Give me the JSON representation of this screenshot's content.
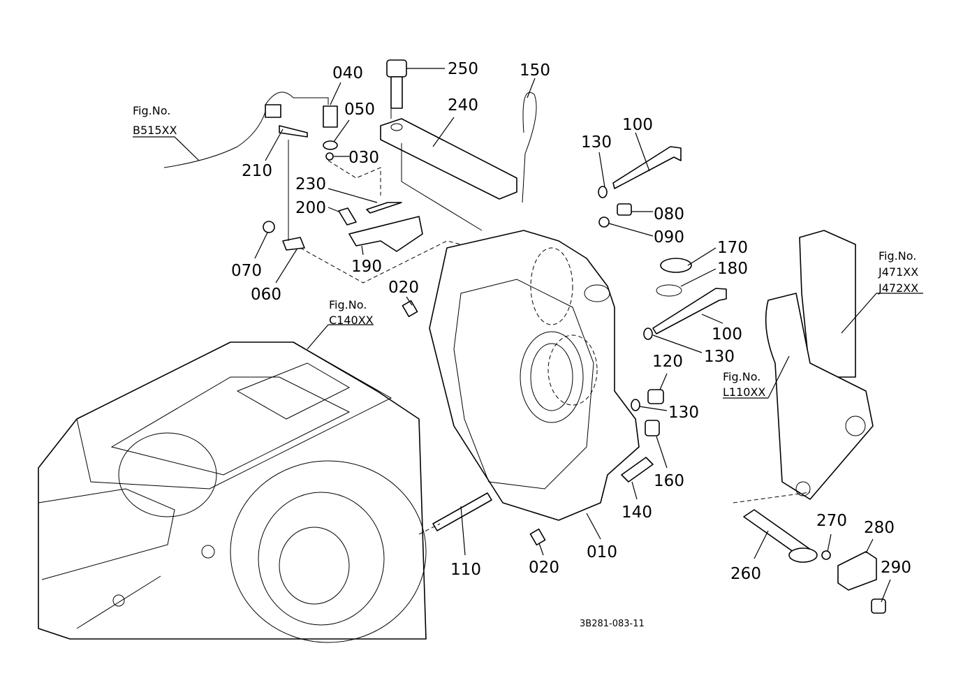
{
  "parts": {
    "p040": "040",
    "p050": "050",
    "p030": "030",
    "p250": "250",
    "p150": "150",
    "p240": "240",
    "p130a": "130",
    "p100a": "100",
    "p210": "210",
    "p230": "230",
    "p200": "200",
    "p080": "080",
    "p090": "090",
    "p170": "170",
    "p180": "180",
    "p070": "070",
    "p190": "190",
    "p060": "060",
    "p020a": "020",
    "p100b": "100",
    "p130b": "130",
    "p120": "120",
    "p130c": "130",
    "p160": "160",
    "p140": "140",
    "p110": "110",
    "p020b": "020",
    "p010": "010",
    "p270": "270",
    "p280": "280",
    "p260": "260",
    "p290": "290"
  },
  "figure_refs": {
    "b515": {
      "line1": "Fig.No.",
      "line2": "B515XX"
    },
    "c140": {
      "line1": "Fig.No.",
      "line2": "C140XX"
    },
    "j47x": {
      "line1": "Fig.No.",
      "line2": "J471XX",
      "line3": "J472XX"
    },
    "l110": {
      "line1": "Fig.No.",
      "line2": "L110XX"
    }
  },
  "diagram_code": "3B281-083-11"
}
